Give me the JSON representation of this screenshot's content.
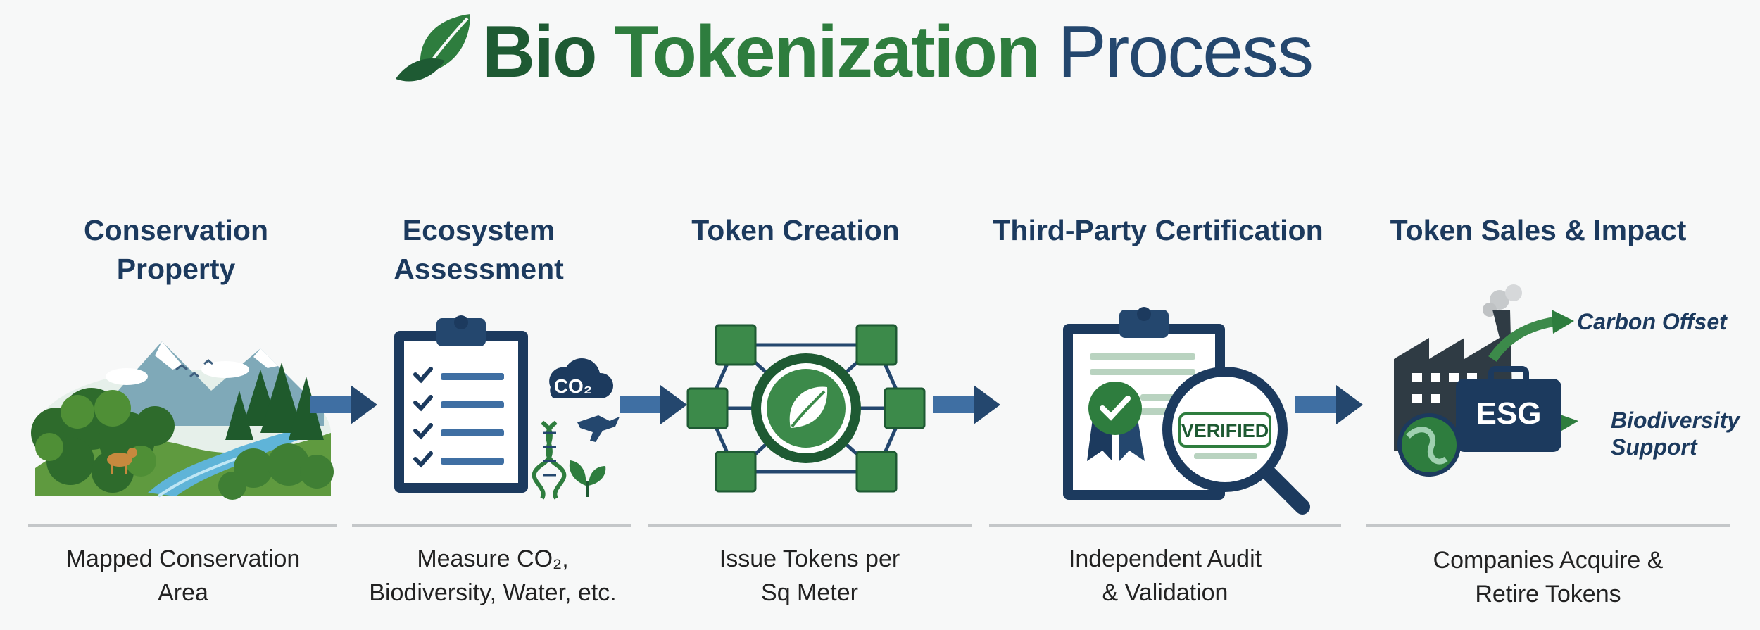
{
  "title": {
    "part1": "Bio",
    "part2": "Tokenization",
    "part3": "Process"
  },
  "colors": {
    "dark_green": "#1e5a33",
    "green": "#2e7d3e",
    "navy": "#1c3a5e",
    "blue": "#24476e"
  },
  "steps": [
    {
      "heading": [
        "Conservation",
        "Property"
      ],
      "description": [
        "Mapped Conservation",
        "Area"
      ],
      "icon": "forest-landscape-icon"
    },
    {
      "heading": [
        "Ecosystem",
        "Assessment"
      ],
      "description": [
        "Measure CO₂,",
        "Biodiversity, Water, etc."
      ],
      "icon": "clipboard-checklist-icon",
      "badge": "CO₂"
    },
    {
      "heading": [
        "Token Creation"
      ],
      "description": [
        "Issue Tokens per",
        "Sq Meter"
      ],
      "icon": "token-network-icon"
    },
    {
      "heading": [
        "Third-Party Certification"
      ],
      "description": [
        "Independent Audit",
        "& Validation"
      ],
      "icon": "certification-magnifier-icon",
      "badge": "VERIFIED"
    },
    {
      "heading": [
        "Token Sales & Impact"
      ],
      "description": [
        "Companies Acquire &",
        "Retire Tokens"
      ],
      "icon": "factory-esg-icon",
      "badge": "ESG",
      "outcomes": [
        "Carbon Offset",
        "Biodiversity",
        "Support"
      ]
    }
  ]
}
